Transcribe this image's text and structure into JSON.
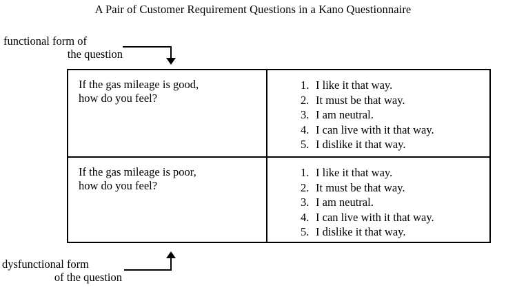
{
  "title": "A Pair of Customer Requirement Questions in a Kano Questionnaire",
  "annotations": {
    "functional": {
      "line1": "functional form of",
      "line2": "the question"
    },
    "dysfunctional": {
      "line1": "dysfunctional form",
      "line2": "of the question"
    }
  },
  "table": {
    "rows": [
      {
        "question_line1": "If the gas mileage is good,",
        "question_line2": "how do you feel?",
        "answers": [
          {
            "num": "1.",
            "text": "I like it that way."
          },
          {
            "num": "2.",
            "text": "It must be that way."
          },
          {
            "num": "3.",
            "text": "I am neutral."
          },
          {
            "num": "4.",
            "text": "I can live with it that way."
          },
          {
            "num": "5.",
            "text": "I dislike it that way."
          }
        ]
      },
      {
        "question_line1": "If the gas mileage is poor,",
        "question_line2": "how do you feel?",
        "answers": [
          {
            "num": "1.",
            "text": "I like it that way."
          },
          {
            "num": "2.",
            "text": "It must be that way."
          },
          {
            "num": "3.",
            "text": "I am neutral."
          },
          {
            "num": "4.",
            "text": "I can live with it that way."
          },
          {
            "num": "5.",
            "text": "I dislike it that way."
          }
        ]
      }
    ]
  },
  "colors": {
    "background": "#ffffff",
    "ink": "#000000",
    "rule": "#000000"
  }
}
